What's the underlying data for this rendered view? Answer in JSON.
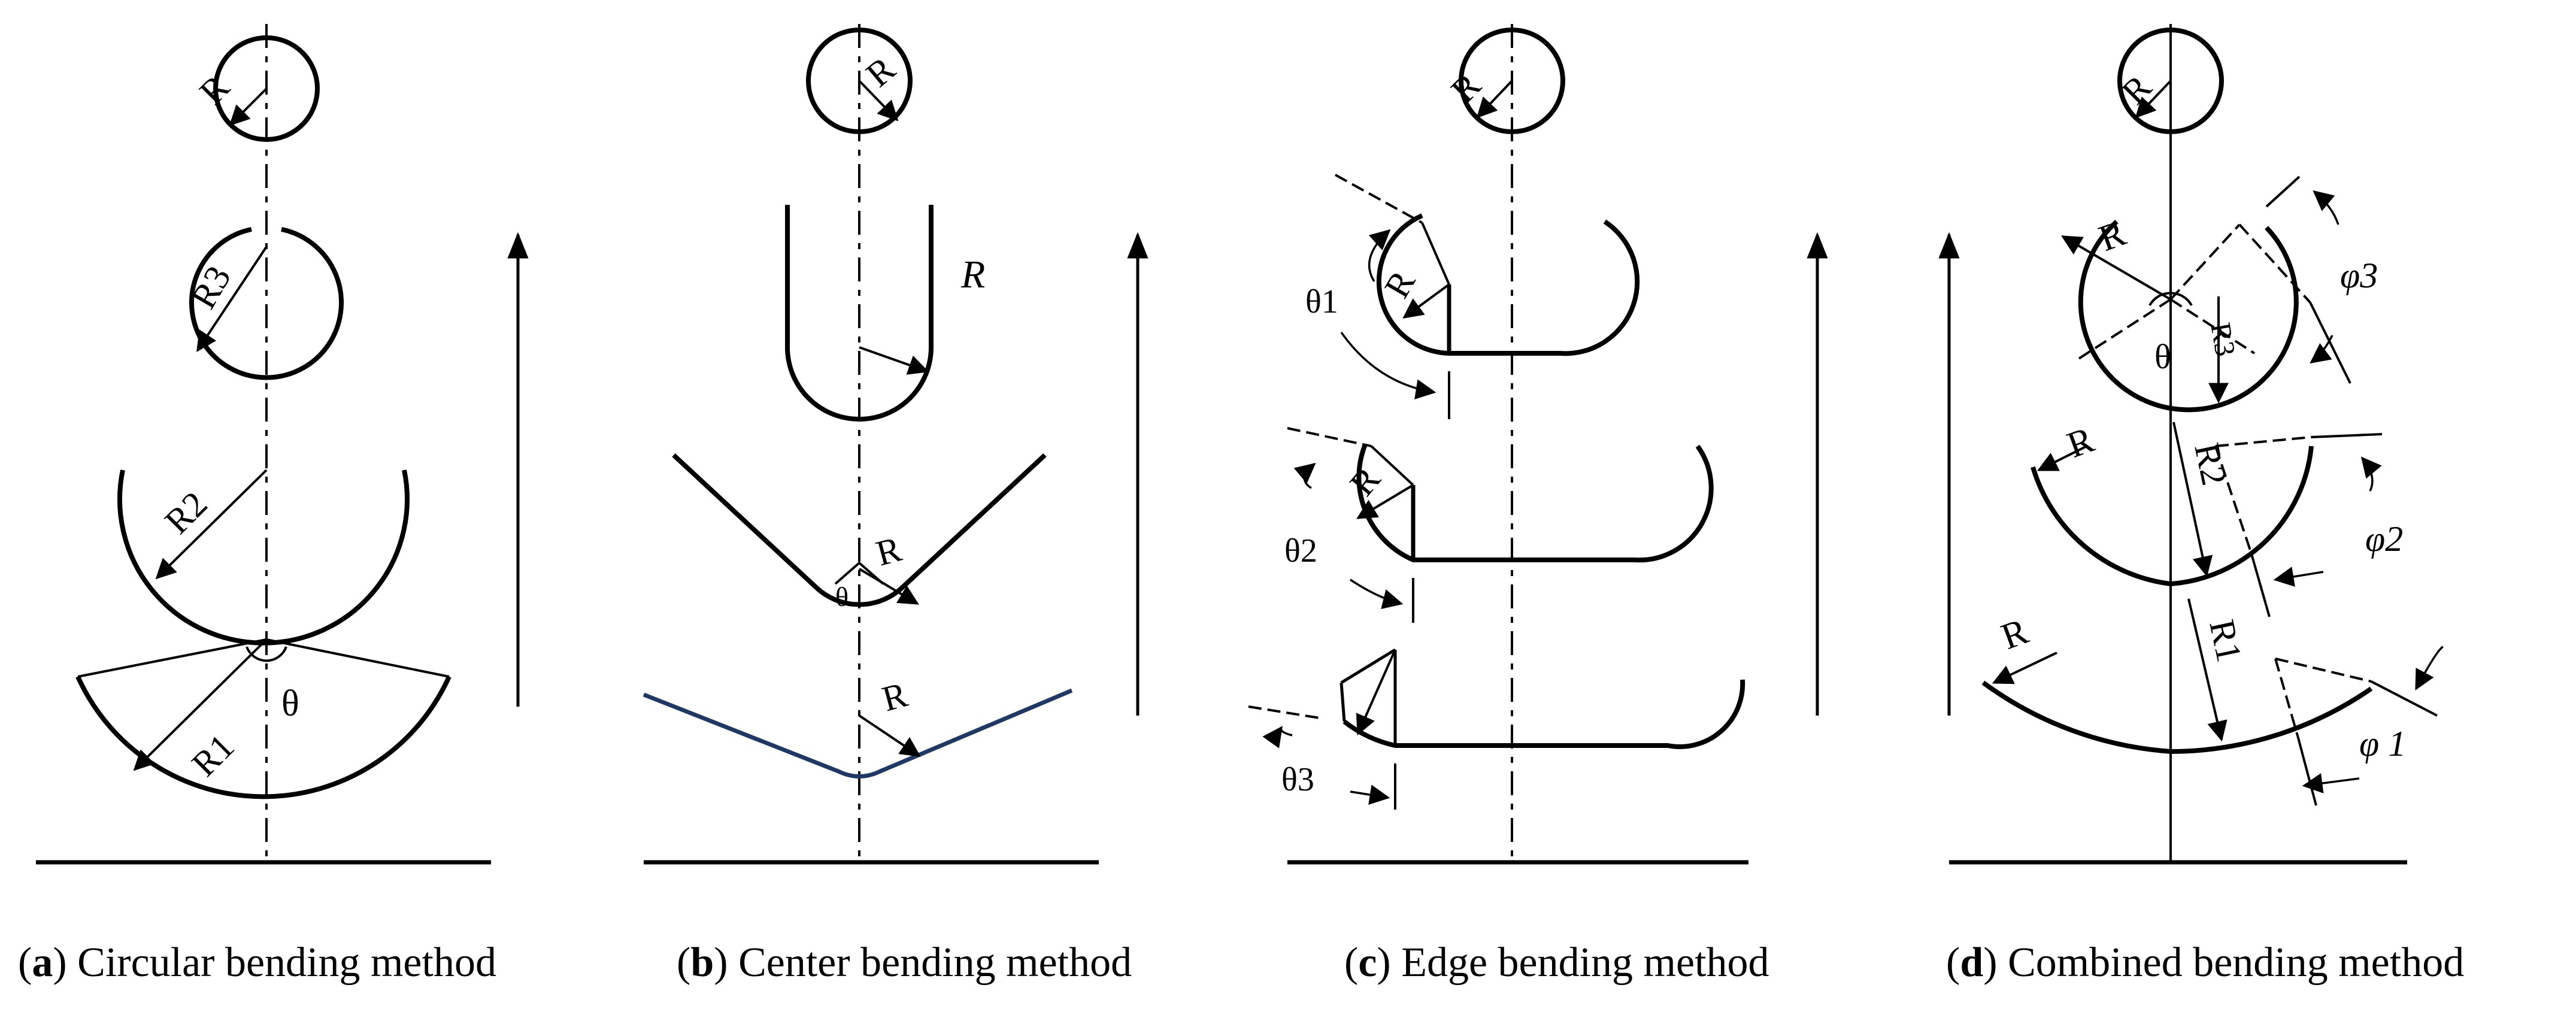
{
  "panels": {
    "a": {
      "caption": {
        "letter": "a",
        "title": "Circular bending method"
      },
      "labels": {
        "r_top": "R",
        "r3": "R3",
        "r2": "R2",
        "r1": "R1",
        "theta": "θ"
      }
    },
    "b": {
      "caption": {
        "letter": "b",
        "title": "Center bending method"
      },
      "labels": {
        "r_top": "R",
        "r_u": "R",
        "r_v": "R",
        "theta": "θ",
        "r_bottom": "R"
      }
    },
    "c": {
      "caption": {
        "letter": "c",
        "title": "Edge bending method"
      },
      "labels": {
        "r_top": "R",
        "r_s1": "R",
        "r_s2": "R",
        "theta1": "θ1",
        "theta2": "θ2",
        "theta3": "θ3"
      }
    },
    "d": {
      "caption": {
        "letter": "d",
        "title": "Combined bending method"
      },
      "labels": {
        "r_top": "R",
        "r_s1": "R",
        "r3": "R3",
        "theta": "θ",
        "phi3": "φ3",
        "r_s2": "R",
        "r2": "R2",
        "phi2": "φ2",
        "r_s3": "R",
        "r1": "R1",
        "phi1": "φ 1"
      }
    }
  },
  "colors": {
    "ink": "#000000",
    "blue_strip": "#1f3864"
  }
}
